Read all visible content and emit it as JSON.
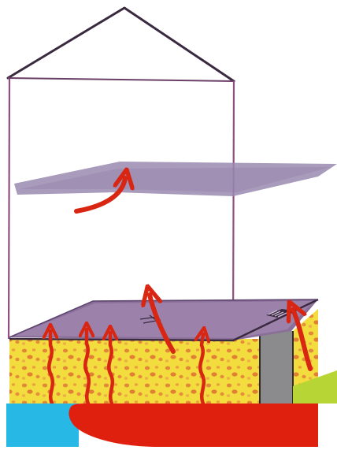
{
  "diagram": {
    "kind": "house-cross-section-heat-flow",
    "labels": [],
    "colors": {
      "background": "#ffffff",
      "outline": "#3a2a3f",
      "wall_line": "#8f4f83",
      "ceiling_plane": "#9a89b0",
      "floor_slab": "#8a6f98",
      "floor_slab_top": "#9d84ad",
      "insulation": "#f3dc3d",
      "insulation_dots": "#e07a39",
      "concrete": "#8b8a8c",
      "water": "#27b8e6",
      "heat_source": "#e0200f",
      "arrow": "#d92612",
      "grass": "#b7d635"
    },
    "icons": [
      "floor-vent-icon"
    ],
    "arrows": {
      "ceiling_arrow_count": 1,
      "floor_arrow_count": 3,
      "wavy_arrow_count": 5
    }
  }
}
